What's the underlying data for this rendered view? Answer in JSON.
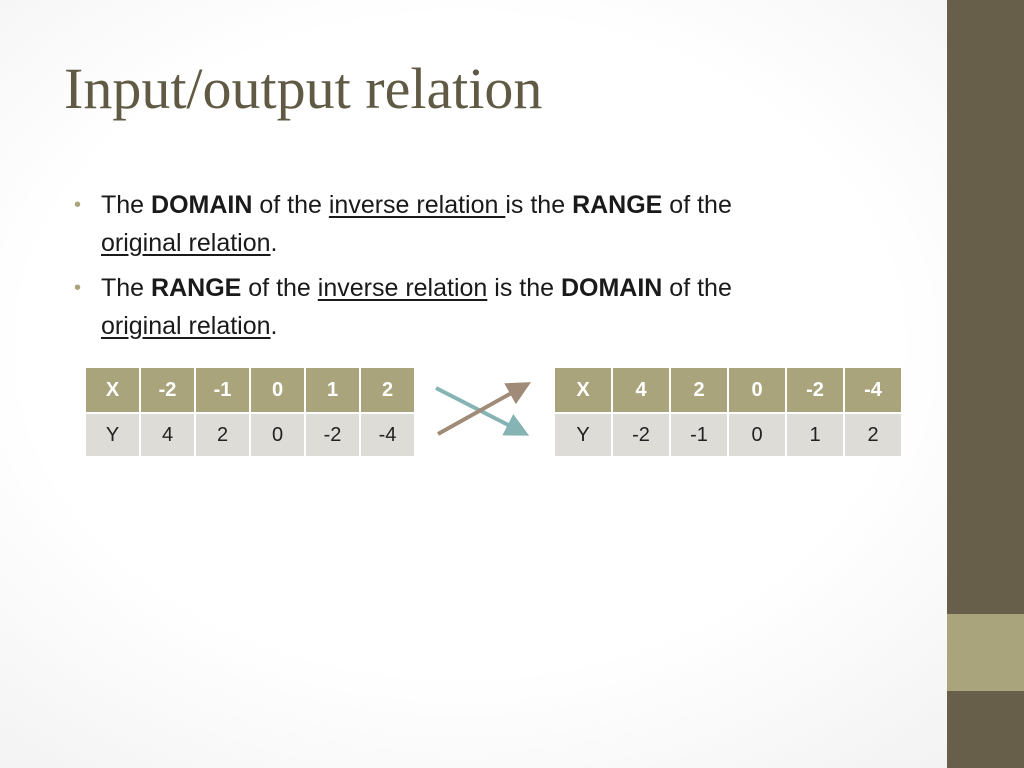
{
  "slide": {
    "title": "Input/output relation",
    "bullets": [
      {
        "t1": "The ",
        "b1": "DOMAIN",
        "t2": " of the ",
        "u1": "inverse relation ",
        "t3": "is the ",
        "b2": "RANGE",
        "t4": " of the ",
        "u2": "original relation",
        "t5": "."
      },
      {
        "t1": "The ",
        "b1": "RANGE",
        "t2": " of the ",
        "u1": "inverse relation",
        "t3": " is the ",
        "b2": "DOMAIN",
        "t4": " of the ",
        "u2": "original relation",
        "t5": "."
      }
    ],
    "bullet_symbol": "•"
  },
  "tables": {
    "original": {
      "header": [
        "X",
        "-2",
        "-1",
        "0",
        "1",
        "2"
      ],
      "row": [
        "Y",
        "4",
        "2",
        "0",
        "-2",
        "-4"
      ]
    },
    "inverse": {
      "header": [
        "X",
        "4",
        "2",
        "0",
        "-2",
        "-4"
      ],
      "row": [
        "Y",
        "-2",
        "-1",
        "0",
        "1",
        "2"
      ]
    }
  },
  "colors": {
    "title": "#605a45",
    "sidebar": "#685f4a",
    "sidebar_accent": "#a9a47b",
    "table_header": "#a9a47b",
    "table_body": "#dddcd6",
    "arrow_brown": "#a08b78",
    "arrow_teal": "#86b3b3"
  },
  "icons": {
    "swap_arrows": "crossed-arrows-icon"
  }
}
